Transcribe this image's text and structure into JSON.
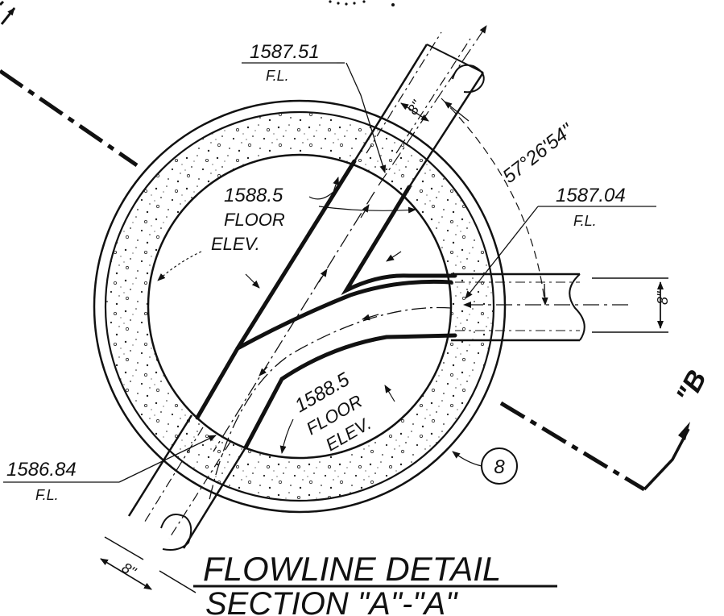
{
  "title": "FLOWLINE DETAIL",
  "subtitle": "SECTION \"A\"-\"A\"",
  "section_mark": "\"B",
  "callouts": {
    "top_fl": {
      "value": "1587.51",
      "note": "F.L."
    },
    "right_fl": {
      "value": "1587.04",
      "note": "F.L."
    },
    "bottom_fl": {
      "value": "1586.84",
      "note": "F.L."
    }
  },
  "floor_upper": [
    "1588.5",
    "FLOOR",
    "ELEV."
  ],
  "floor_lower": [
    "1588.5",
    "FLOOR",
    "ELEV."
  ],
  "angle": "57°26'54\"",
  "pipe_sizes": {
    "top": "8\"",
    "right": "8\"",
    "bottom": "8\""
  },
  "detail_number": "8",
  "colors": {
    "ink": "#111111",
    "paper": "#ffffff"
  }
}
